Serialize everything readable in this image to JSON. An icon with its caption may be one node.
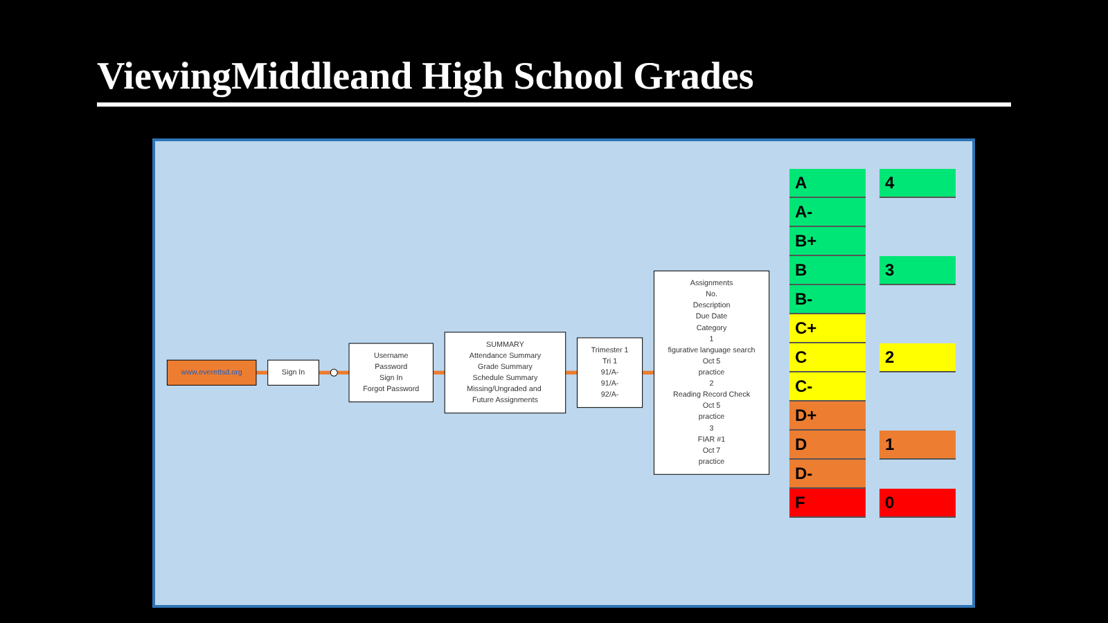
{
  "diagram": {
    "title": "ViewingMiddleand High School Grades",
    "nodes": [
      {
        "text": [
          "www.everettsd.org"
        ]
      },
      {
        "text": [
          "Sign In"
        ]
      },
      {
        "text": [],
        "shape": "circle"
      },
      {
        "text": [
          "Username",
          "Password",
          "Sign In",
          "Forgot Password"
        ]
      },
      {
        "text": [
          "SUMMARY",
          "Attendance Summary",
          "Grade Summary",
          "Schedule Summary",
          "Missing/Ungraded and Future Assignments"
        ]
      },
      {
        "text": [
          "Trimester 1",
          "Tri 1",
          "91/A-",
          "91/A-",
          "92/A-"
        ]
      },
      {
        "text": [
          "Assignments",
          "No.",
          "Description",
          "Due Date",
          "Category",
          "1",
          "figurative language search",
          "Oct 5",
          "practice",
          "2",
          "Reading Record Check",
          "Oct 5",
          "practice",
          "3",
          "FIAR #1",
          "Oct 7",
          "practice"
        ]
      }
    ],
    "edges": [
      {
        "from": 0,
        "to": 1,
        "arrow": "none"
      },
      {
        "from": 1,
        "to": 2,
        "arrow": "none"
      },
      {
        "from": 2,
        "to": 3,
        "arrow": "none"
      },
      {
        "from": 3,
        "to": 4,
        "arrow": "none"
      },
      {
        "from": 4,
        "to": 5,
        "arrow": "none"
      },
      {
        "from": 5,
        "to": 6,
        "arrow": "none"
      }
    ],
    "labels": [
      "A",
      "4",
      "A-",
      "B+",
      "B",
      "3",
      "B-",
      "C+",
      "C",
      "2",
      "C-",
      "D+",
      "D",
      "1",
      "D-",
      "F",
      "0"
    ]
  }
}
